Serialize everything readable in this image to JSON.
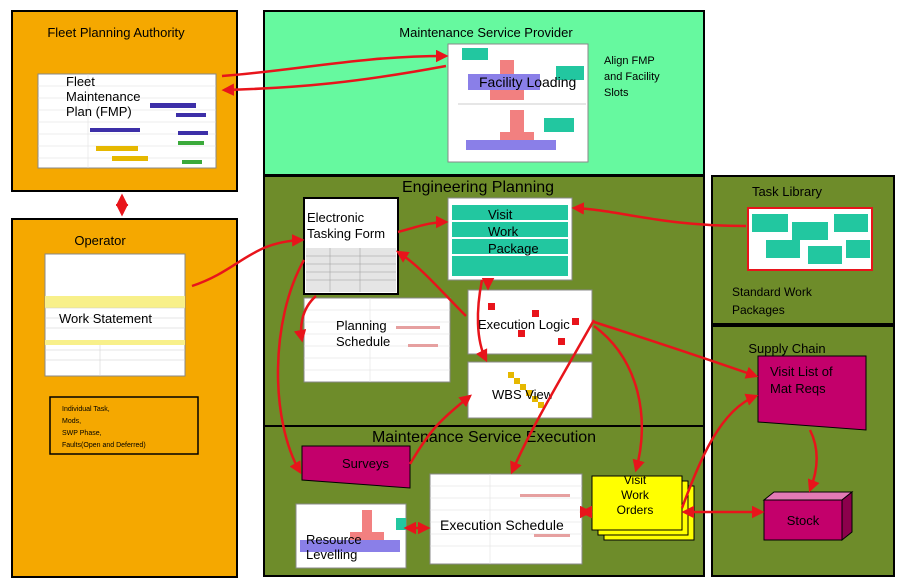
{
  "panels": {
    "fpa": {
      "title": "Fleet Planning Authority",
      "plan_label": [
        "Fleet",
        "Maintenance",
        "Plan (FMP)"
      ],
      "color": "#F5A800"
    },
    "operator": {
      "title": "Operator",
      "form_label": "Work Statement",
      "notes": [
        "Individual Task,",
        "Mods,",
        "SWP Phase,",
        "Faults(Open and Deferred)"
      ],
      "color": "#F5A800"
    },
    "msp": {
      "title": "Maintenance Service Provider",
      "facility_label": "Facility Loading",
      "align_note": [
        "Align FMP",
        "and Facility",
        "Slots"
      ],
      "color": "#66F99F"
    },
    "engineering": {
      "title": "Engineering Planning",
      "tasking_form": [
        "Electronic",
        "Tasking Form"
      ],
      "visit_package": [
        "Visit",
        "Work",
        "Package"
      ],
      "planning_schedule": [
        "Planning",
        "Schedule"
      ],
      "execution_logic": "Execution Logic",
      "wbs_view": "WBS View",
      "color": "#6E8C2A"
    },
    "mse": {
      "title": "Maintenance Service Execution",
      "surveys": "Surveys",
      "resource_levelling": [
        "Resource",
        "Levelling"
      ],
      "execution_schedule": "Execution Schedule",
      "work_orders": [
        "Visit",
        "Work",
        "Orders"
      ]
    },
    "task_library": {
      "title": "Task Library",
      "packages_label": [
        "Standard Work",
        "Packages"
      ]
    },
    "supply_chain": {
      "title": "Supply Chain",
      "mat_reqs": [
        "Visit List of",
        "Mat Reqs"
      ],
      "stock": "Stock"
    }
  },
  "colors": {
    "arrow": "#E8141B",
    "magenta": "#C3006B",
    "teal": "#19C29E",
    "yellow": "#FFFF00",
    "bar_blue": "#3D2FA8"
  }
}
